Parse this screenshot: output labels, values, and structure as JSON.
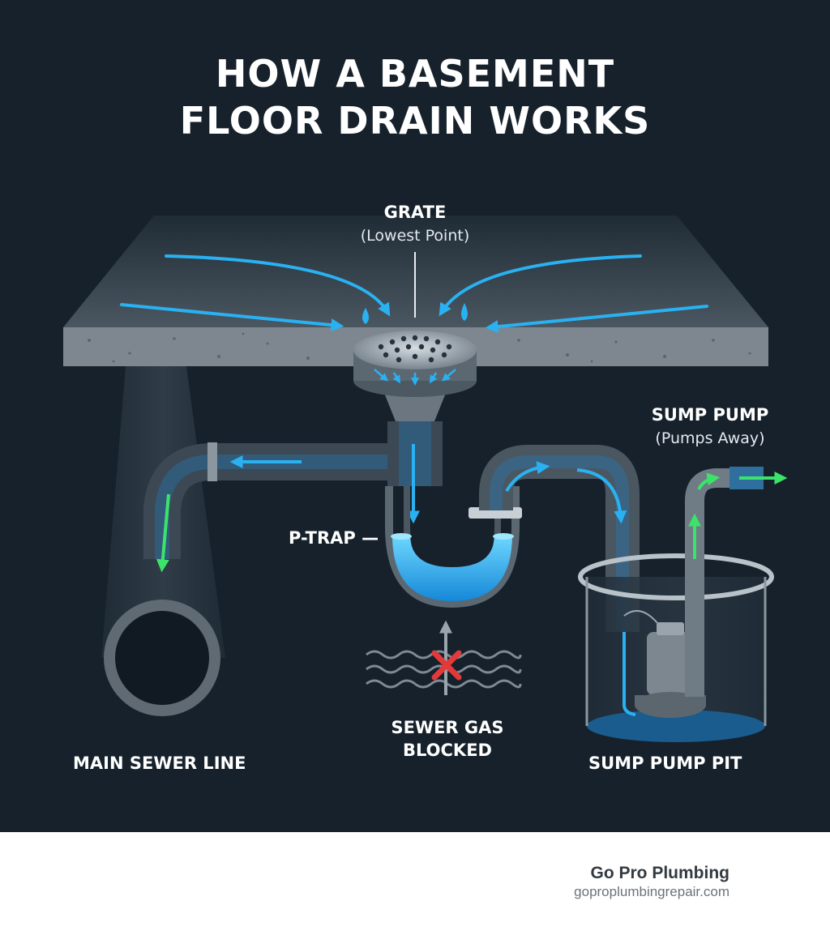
{
  "title": {
    "line1": "HOW A BASEMENT",
    "line2": "FLOOR DRAIN WORKS"
  },
  "labels": {
    "grate": "GRATE",
    "grate_note": "(Lowest Point)",
    "sump_pump": "SUMP PUMP",
    "sump_pump_note": "(Pumps Away)",
    "p_trap": "P-TRAP —",
    "sewer_gas_line1": "SEWER GAS",
    "sewer_gas_line2": "BLOCKED",
    "main_sewer_line": "MAIN SEWER LINE",
    "sump_pump_pit": "SUMP PUMP PIT"
  },
  "footer": {
    "brand": "Go Pro Plumbing",
    "website": "goproplumbingrepair.com"
  },
  "colors": {
    "background": "#16212b",
    "water_flow": "#2ab1f2",
    "pumped_flow": "#3ce36a",
    "blocked_marker": "#e23a3a",
    "footer_background": "#ffffff"
  },
  "icons": [
    "water-drop-icon",
    "flow-arrow-icon",
    "blocked-x-icon",
    "wavy-gas-lines-icon"
  ]
}
